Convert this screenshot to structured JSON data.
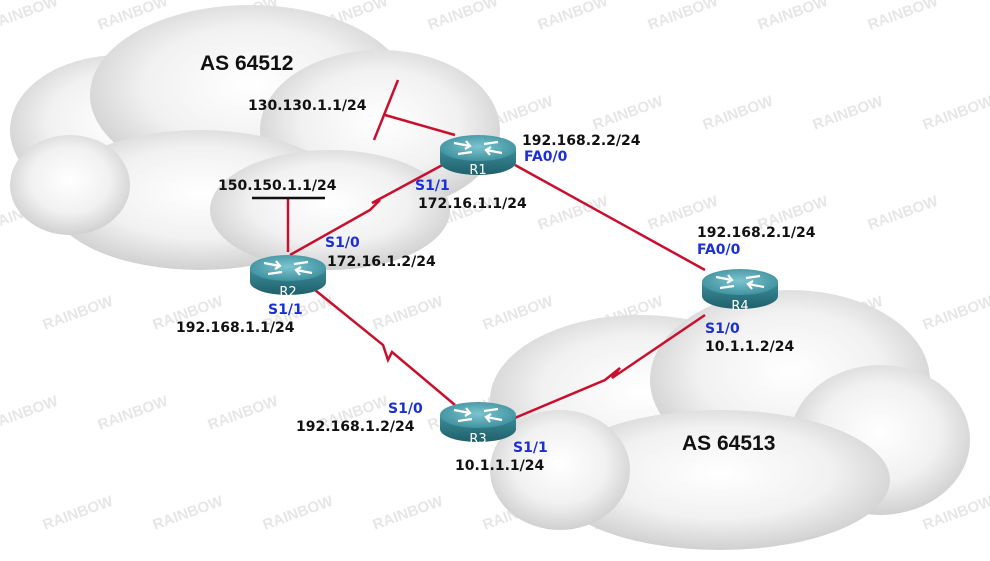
{
  "autonomous_systems": [
    {
      "id": "as1",
      "label": "AS 64512"
    },
    {
      "id": "as2",
      "label": "AS 64513"
    }
  ],
  "routers": {
    "R1": {
      "name": "R1"
    },
    "R2": {
      "name": "R2"
    },
    "R3": {
      "name": "R3"
    },
    "R4": {
      "name": "R4"
    }
  },
  "interfaces": {
    "r1_lan": "130.130.1.1/24",
    "r1_fa_ip": "192.168.2.2/24",
    "r1_fa_port": "FA0/0",
    "r1_s_port": "S1/1",
    "r1_s_ip": "172.16.1.1/24",
    "r2_lan": "150.150.1.1/24",
    "r2_s0_port": "S1/0",
    "r2_s0_ip": "172.16.1.2/24",
    "r2_s1_port": "S1/1",
    "r2_s1_ip": "192.168.1.1/24",
    "r3_s0_port": "S1/0",
    "r3_s0_ip": "192.168.1.2/24",
    "r3_s1_port": "S1/1",
    "r3_s1_ip": "10.1.1.1/24",
    "r4_fa_ip": "192.168.2.1/24",
    "r4_fa_port": "FA0/0",
    "r4_s_port": "S1/0",
    "r4_s_ip": "10.1.1.2/24"
  },
  "watermark": "RAINBOW",
  "colors": {
    "router_body": "#2f7f8c",
    "router_top": "#4fa3b0",
    "link_red": "#c8102e",
    "port_blue": "#1c2fd6"
  }
}
